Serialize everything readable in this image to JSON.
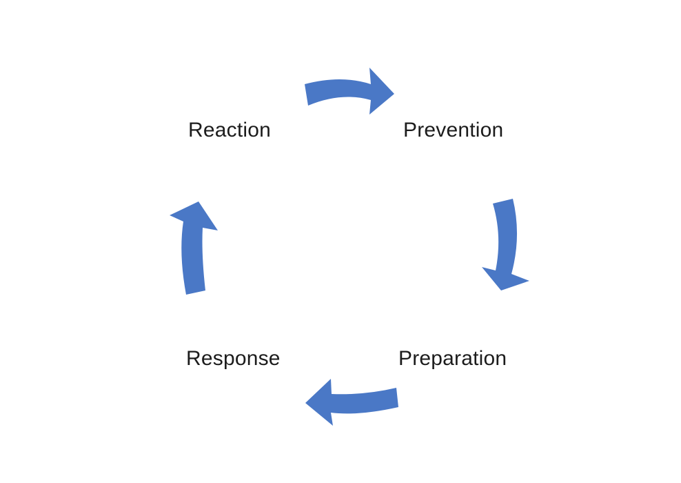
{
  "colors": {
    "arrow": "#4a78c6",
    "text": "#1c1c1c",
    "background": "#ffffff"
  },
  "cycle": {
    "stages": [
      {
        "id": "reaction",
        "label": "Reaction"
      },
      {
        "id": "prevention",
        "label": "Prevention"
      },
      {
        "id": "preparation",
        "label": "Preparation"
      },
      {
        "id": "response",
        "label": "Response"
      }
    ],
    "arrows": [
      {
        "from": "Reaction",
        "to": "Prevention",
        "icon": "curved-arrow-right-icon"
      },
      {
        "from": "Prevention",
        "to": "Preparation",
        "icon": "curved-arrow-down-icon"
      },
      {
        "from": "Preparation",
        "to": "Response",
        "icon": "curved-arrow-left-icon"
      },
      {
        "from": "Response",
        "to": "Reaction",
        "icon": "curved-arrow-up-icon"
      }
    ]
  }
}
